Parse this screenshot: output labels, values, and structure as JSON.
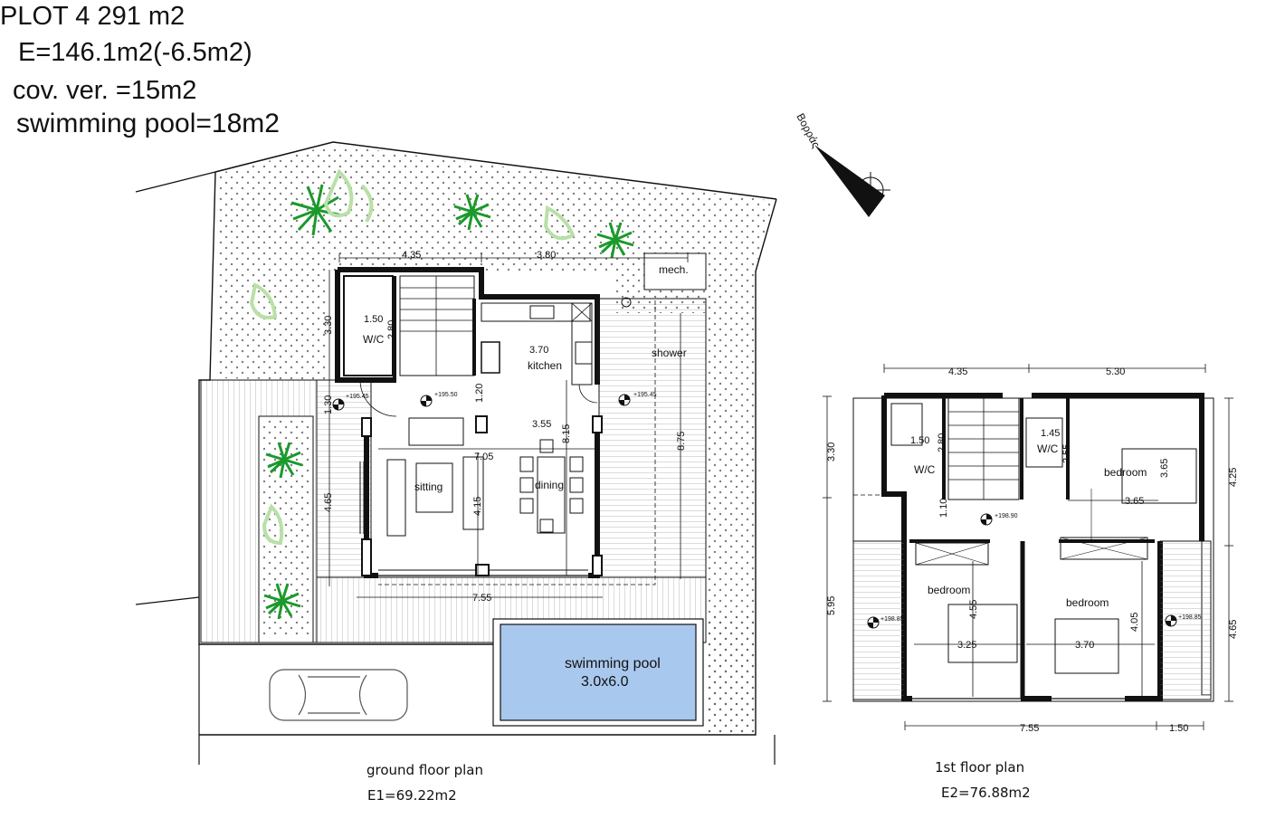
{
  "header": {
    "plot": "PLOT 4 291 m2",
    "area": "E=146.1m2(-6.5m2)",
    "covered": "cov. ver. =15m2",
    "pool_area": "swimming pool=18m2"
  },
  "north_label": "Βορράς",
  "ground_floor": {
    "caption": "ground floor plan",
    "area": "E1=69.22m2",
    "rooms": {
      "wc": "W/C",
      "kitchen": "kitchen",
      "sitting": "sitting",
      "dining": "dining",
      "shower": "shower",
      "mech": "mech."
    },
    "dims": {
      "top_left": "4.35",
      "top_right": "3.80",
      "left_upper": "3.30",
      "left_mid": "1.30",
      "left_lower": "4.65",
      "wc_width": "1.50",
      "wc_depth": "2.80",
      "kitchen_w": "3.70",
      "hall_h": "1.20",
      "sitting_w": "3.55",
      "living_w": "7.05",
      "living_h": "8.15",
      "dining_h": "4.15",
      "terrace_h": "8.75",
      "bottom": "7.55"
    },
    "levels": [
      "+195.45",
      "+195.50",
      "+195.45"
    ],
    "pool": {
      "label": "swimming pool",
      "size": "3.0x6.0"
    }
  },
  "first_floor": {
    "caption": "1st floor plan",
    "area": "E2=76.88m2",
    "rooms": {
      "wc1": "W/C",
      "wc2": "W/C",
      "bedroom1": "bedroom",
      "bedroom2": "bedroom",
      "bedroom3": "bedroom"
    },
    "dims": {
      "top_left": "4.35",
      "top_right": "5.30",
      "left_upper": "3.30",
      "left_lower": "5.95",
      "right_upper": "4.25",
      "right_lower": "4.65",
      "wc1_w": "1.50",
      "wc1_h": "2.80",
      "wc2_w": "1.45",
      "wc2_h": "2.55",
      "bed1_h": "3.65",
      "bed1_w": "3.65",
      "hall_h": "1.10",
      "bed2_h": "4.55",
      "bed2_w": "3.25",
      "bed3_w": "3.70",
      "bed3_h": "4.05",
      "bottom": "7.55",
      "bottom_right": "1.50"
    },
    "levels": [
      "+198.90",
      "+198.85",
      "+198.85"
    ]
  },
  "colors": {
    "pool": "#a9c8ee",
    "palm": "#1a9a2a",
    "faded_palm": "#b9e0a8"
  }
}
